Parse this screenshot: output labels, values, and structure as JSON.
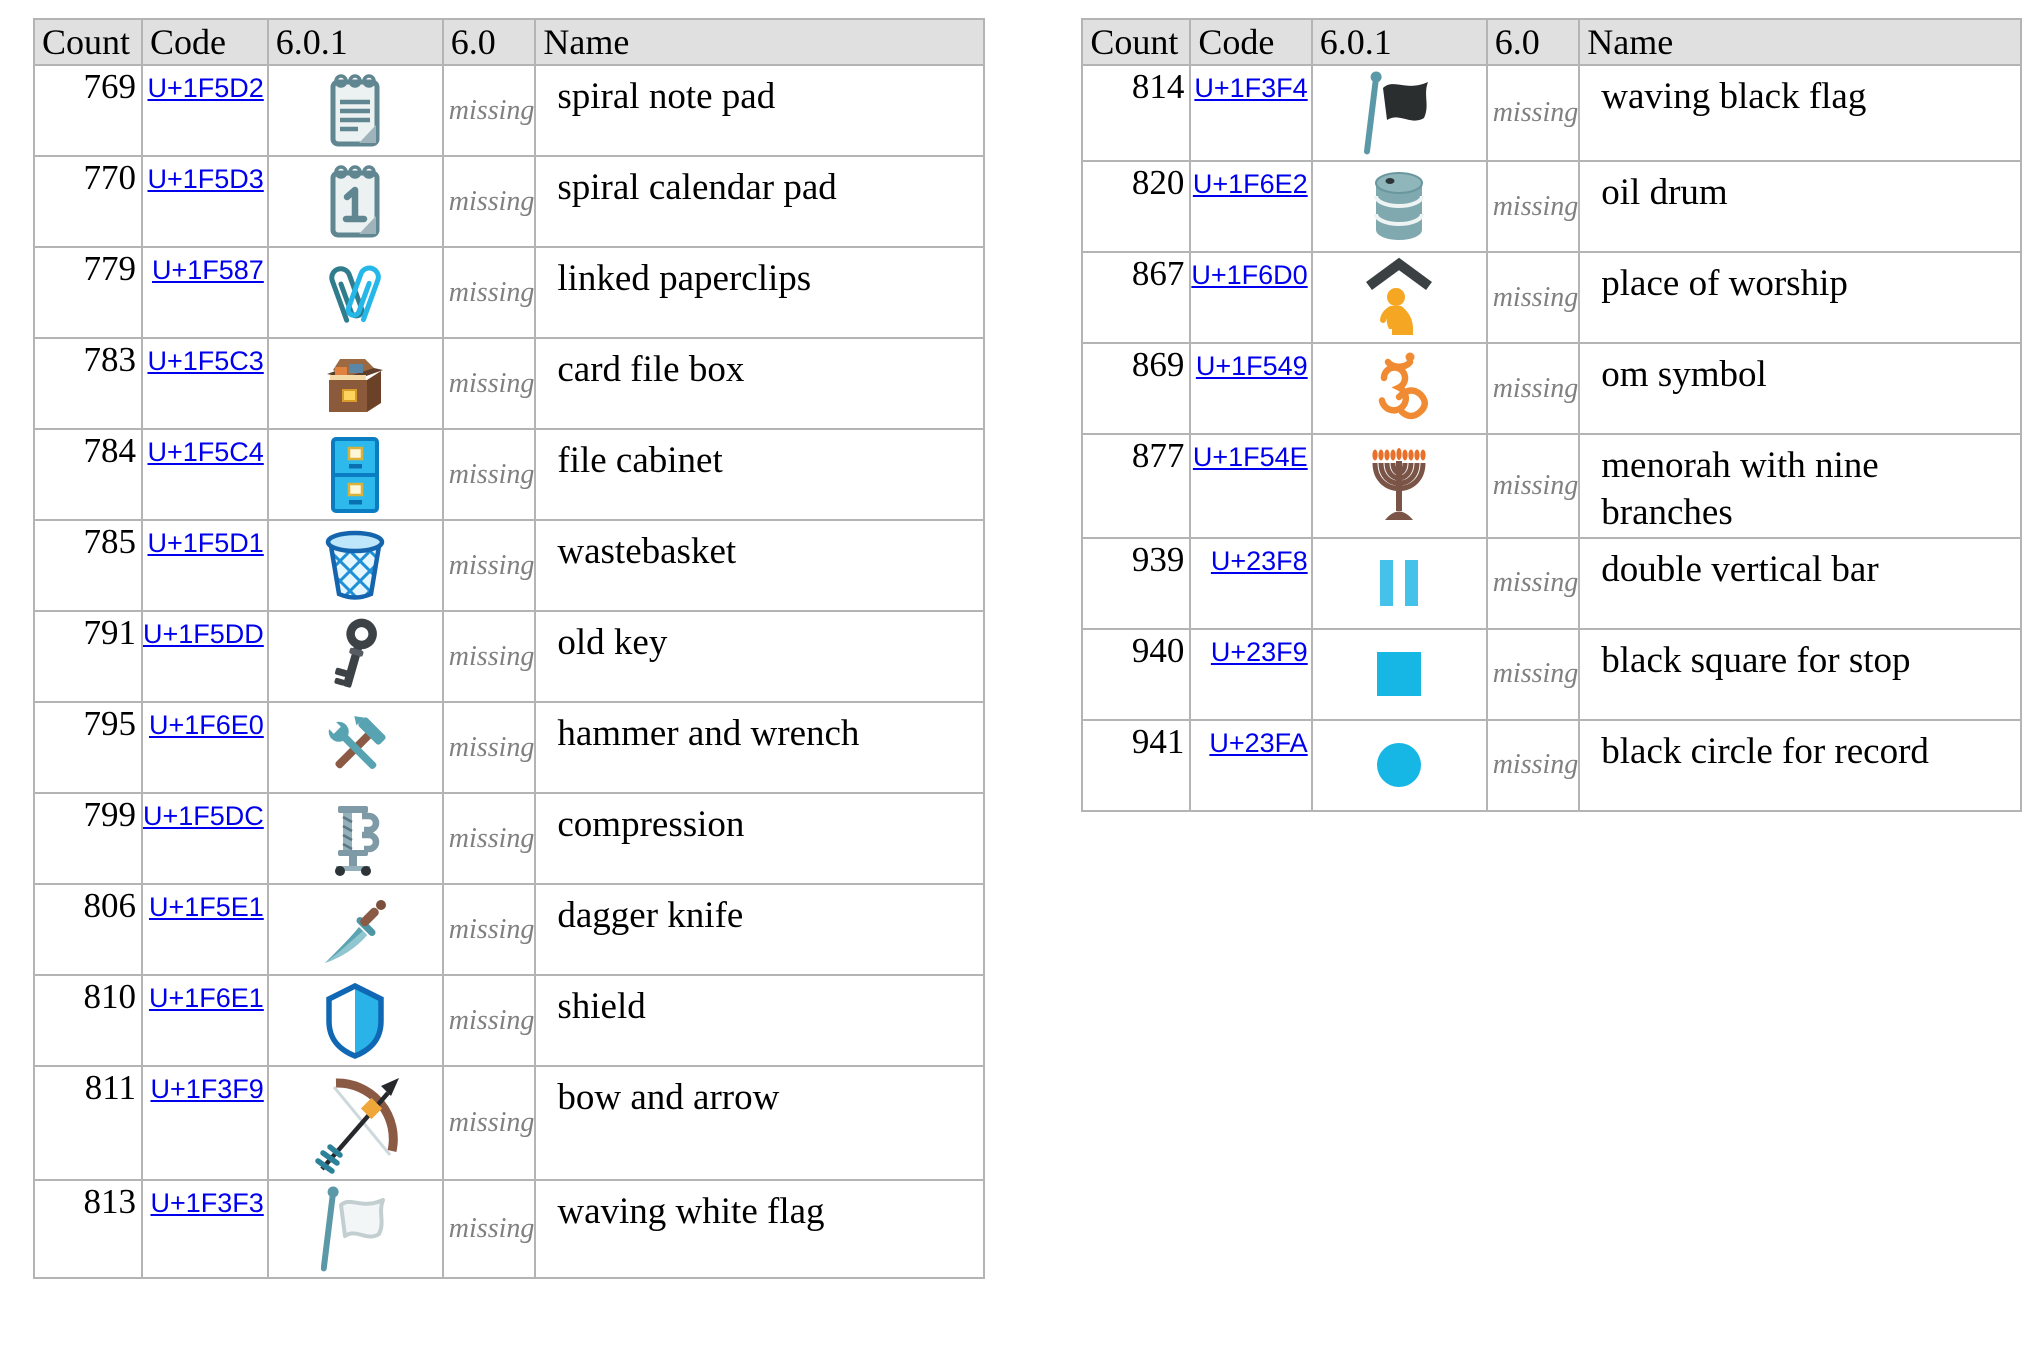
{
  "colors": {
    "link_blue": "#0000ee",
    "missing_gray": "#808080",
    "header_bg": "#e0e0e0",
    "table_border": "#b4b4b4",
    "accent_cyan": "#17b7e5",
    "page_bg": "#ffffff"
  },
  "tables": [
    {
      "id": "left",
      "headers": [
        "Count",
        "Code",
        "6.0.1",
        "6.0",
        "Name"
      ],
      "rows": [
        {
          "count": "769",
          "code": "U+1F5D2",
          "emoji": "spiral-note-pad",
          "v60": "missing",
          "name": "spiral note pad"
        },
        {
          "count": "770",
          "code": "U+1F5D3",
          "emoji": "spiral-calendar-pad",
          "v60": "missing",
          "name": "spiral calendar pad"
        },
        {
          "count": "779",
          "code": "U+1F587",
          "emoji": "linked-paperclips",
          "v60": "missing",
          "name": "linked paperclips"
        },
        {
          "count": "783",
          "code": "U+1F5C3",
          "emoji": "card-file-box",
          "v60": "missing",
          "name": "card file box"
        },
        {
          "count": "784",
          "code": "U+1F5C4",
          "emoji": "file-cabinet",
          "v60": "missing",
          "name": "file cabinet"
        },
        {
          "count": "785",
          "code": "U+1F5D1",
          "emoji": "wastebasket",
          "v60": "missing",
          "name": "wastebasket"
        },
        {
          "count": "791",
          "code": "U+1F5DD",
          "emoji": "old-key",
          "v60": "missing",
          "name": "old key"
        },
        {
          "count": "795",
          "code": "U+1F6E0",
          "emoji": "hammer-and-wrench",
          "v60": "missing",
          "name": "hammer and wrench"
        },
        {
          "count": "799",
          "code": "U+1F5DC",
          "emoji": "compression",
          "v60": "missing",
          "name": "compression"
        },
        {
          "count": "806",
          "code": "U+1F5E1",
          "emoji": "dagger-knife",
          "v60": "missing",
          "name": "dagger knife"
        },
        {
          "count": "810",
          "code": "U+1F6E1",
          "emoji": "shield",
          "v60": "missing",
          "name": "shield"
        },
        {
          "count": "811",
          "code": "U+1F3F9",
          "emoji": "bow-and-arrow",
          "v60": "missing",
          "name": "bow and arrow"
        },
        {
          "count": "813",
          "code": "U+1F3F3",
          "emoji": "waving-white-flag",
          "v60": "missing",
          "name": "waving white flag"
        }
      ]
    },
    {
      "id": "right",
      "headers": [
        "Count",
        "Code",
        "6.0.1",
        "6.0",
        "Name"
      ],
      "rows": [
        {
          "count": "814",
          "code": "U+1F3F4",
          "emoji": "waving-black-flag",
          "v60": "missing",
          "name": "waving black flag"
        },
        {
          "count": "820",
          "code": "U+1F6E2",
          "emoji": "oil-drum",
          "v60": "missing",
          "name": "oil drum"
        },
        {
          "count": "867",
          "code": "U+1F6D0",
          "emoji": "place-of-worship",
          "v60": "missing",
          "name": "place of worship"
        },
        {
          "count": "869",
          "code": "U+1F549",
          "emoji": "om-symbol",
          "v60": "missing",
          "name": "om symbol"
        },
        {
          "count": "877",
          "code": "U+1F54E",
          "emoji": "menorah-with-nine-branches",
          "v60": "missing",
          "name": "menorah with nine branches"
        },
        {
          "count": "939",
          "code": "U+23F8",
          "emoji": "double-vertical-bar",
          "v60": "missing",
          "name": "double vertical bar"
        },
        {
          "count": "940",
          "code": "U+23F9",
          "emoji": "black-square-for-stop",
          "v60": "missing",
          "name": "black square for stop"
        },
        {
          "count": "941",
          "code": "U+23FA",
          "emoji": "black-circle-for-record",
          "v60": "missing",
          "name": "black circle for record"
        }
      ]
    }
  ]
}
